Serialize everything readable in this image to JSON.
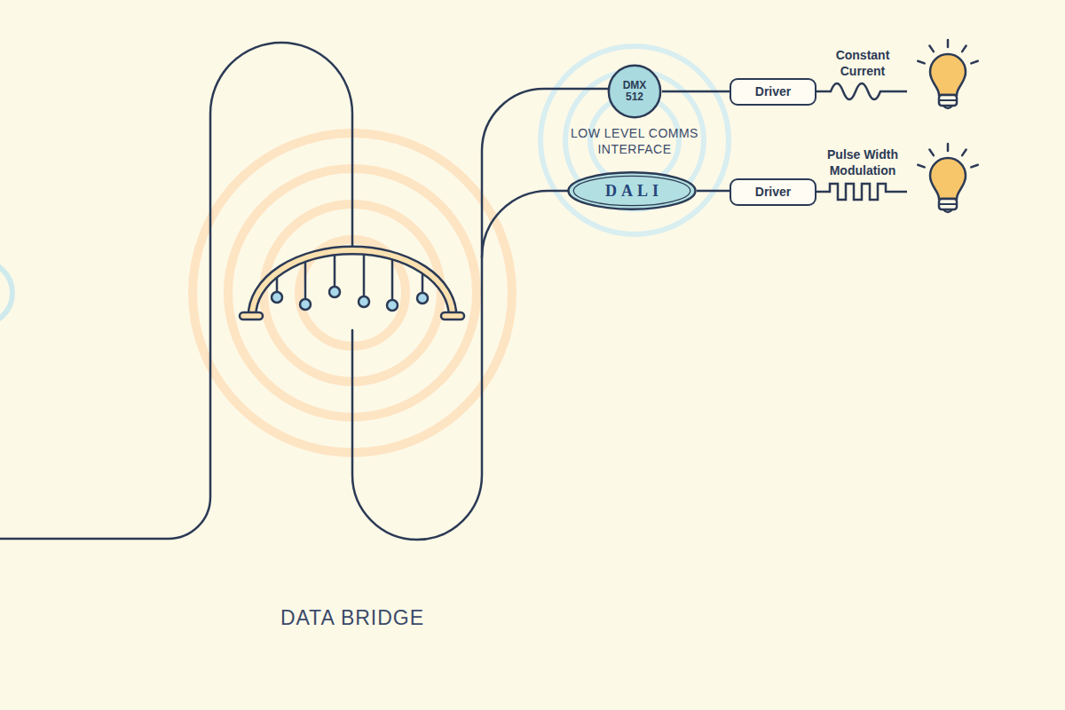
{
  "diagram": {
    "nodes": [
      {
        "text": [
          "DMX 512"
        ]
      },
      {
        "text": [
          "Driver"
        ]
      },
      {
        "text": [
          "DALI"
        ]
      },
      {
        "text": [
          "Driver"
        ]
      }
    ],
    "edges": [
      {
        "from": 0,
        "to": 1,
        "arrow": "none"
      },
      {
        "from": 2,
        "to": 3,
        "arrow": "none"
      }
    ],
    "labels": [
      "Constant Current",
      "LOW LEVEL COMMS INTERFACE",
      "Pulse Width Modulation",
      "DATA BRIDGE"
    ]
  }
}
